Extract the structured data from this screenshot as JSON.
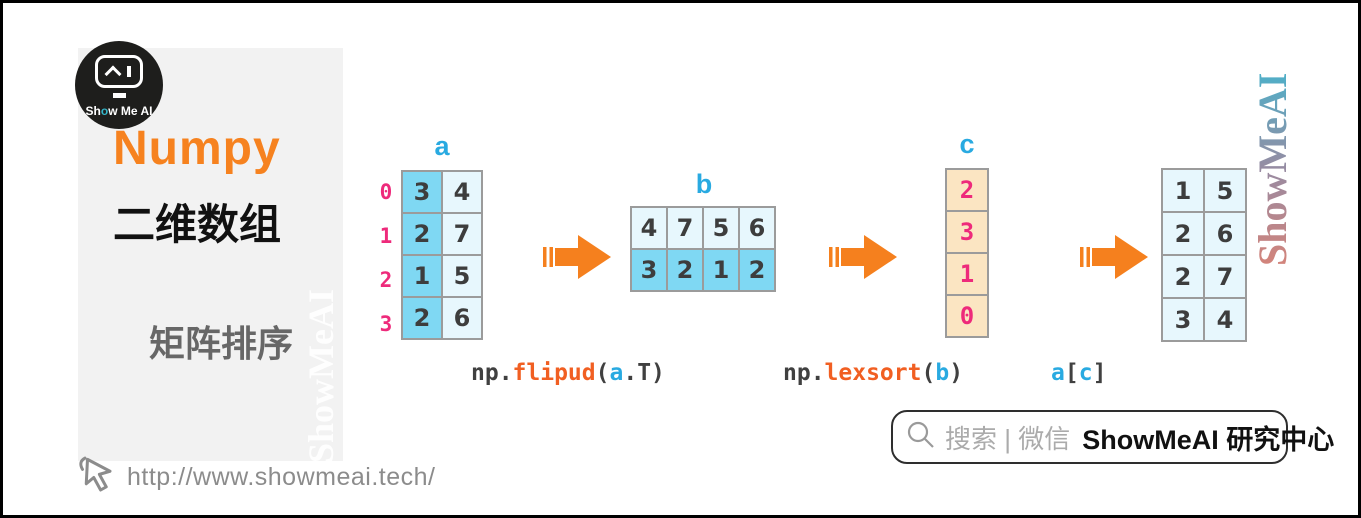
{
  "panel": {
    "brand": "Numpy",
    "heading": "二维数组",
    "subheading": "矩阵排序",
    "logo": {
      "pre": "Sh",
      "o": "o",
      "post": "w Me AI"
    }
  },
  "watermarks": {
    "panel_edge": "ShowMeAI",
    "right_edge": "ShowMeAI"
  },
  "diagram": {
    "matrix_a": {
      "label": "a",
      "row_indices": [
        "0",
        "1",
        "2",
        "3"
      ],
      "rows": [
        [
          "3",
          "4"
        ],
        [
          "2",
          "7"
        ],
        [
          "1",
          "5"
        ],
        [
          "2",
          "6"
        ]
      ]
    },
    "matrix_b": {
      "label": "b",
      "rows": [
        [
          "4",
          "7",
          "5",
          "6"
        ],
        [
          "3",
          "2",
          "1",
          "2"
        ]
      ]
    },
    "vector_c": {
      "label": "c",
      "values": [
        "2",
        "3",
        "1",
        "0"
      ]
    },
    "matrix_result": {
      "rows": [
        [
          "1",
          "5"
        ],
        [
          "2",
          "6"
        ],
        [
          "2",
          "7"
        ],
        [
          "3",
          "4"
        ]
      ]
    },
    "code": {
      "flipud": {
        "pre": "np.",
        "fn": "flipud",
        "open": "(",
        "arg": "a",
        "close": ".T)"
      },
      "lexsort": {
        "pre": "np.",
        "fn": "lexsort",
        "open": "(",
        "arg": "b",
        "close": ")"
      },
      "index": {
        "arg1": "a",
        "open": "[",
        "arg2": "c",
        "close": "]"
      }
    }
  },
  "search_badge": {
    "search_label": "搜索 | 微信",
    "brand_label": "ShowMeAI 研究中心"
  },
  "footer": {
    "url": "http://www.showmeai.tech/"
  },
  "colors": {
    "accent_orange": "#f5801e",
    "label_blue": "#29aae1",
    "index_pink": "#ee2a7b",
    "cell_blue": "#7fd8f3",
    "cell_blue_light": "#e7f7fd",
    "cell_wheat": "#fbe5c2",
    "panel_gray": "#f2f2f2",
    "code_dark": "#404040"
  }
}
